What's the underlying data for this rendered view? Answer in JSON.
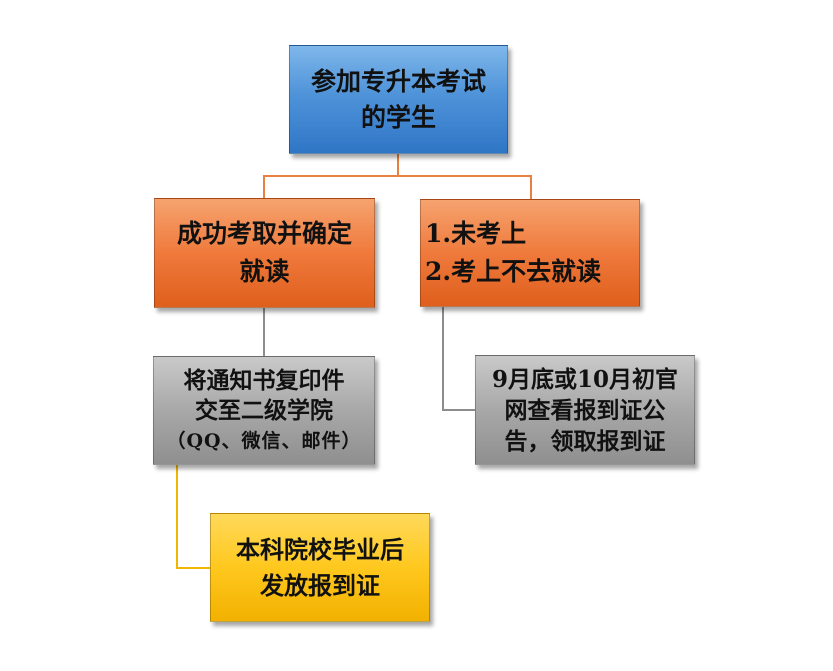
{
  "nodes": {
    "root": {
      "lines": [
        "参加专升本考试",
        "的学生"
      ]
    },
    "success": {
      "lines": [
        "成功考取并确定",
        "就读"
      ]
    },
    "fail": {
      "lines": [
        "1.未考上",
        "2.考上不去就读"
      ]
    },
    "copy": {
      "lines": [
        "将通知书复印件",
        "交至二级学院",
        "（QQ、微信、邮件）"
      ]
    },
    "notice": {
      "lines": [
        "9月底或10月初官",
        "网查看报到证公",
        "告，领取报到证"
      ]
    },
    "issue": {
      "lines": [
        "本科院校毕业后",
        "发放报到证"
      ]
    }
  },
  "colors": {
    "root": "#4f93d9",
    "branch": "#ef7a3c",
    "step": "#a8a8a8",
    "final": "#ffc81e",
    "connector_orange": "#e9803f",
    "connector_gray": "#8c8c8c",
    "connector_yellow": "#f2b600"
  }
}
